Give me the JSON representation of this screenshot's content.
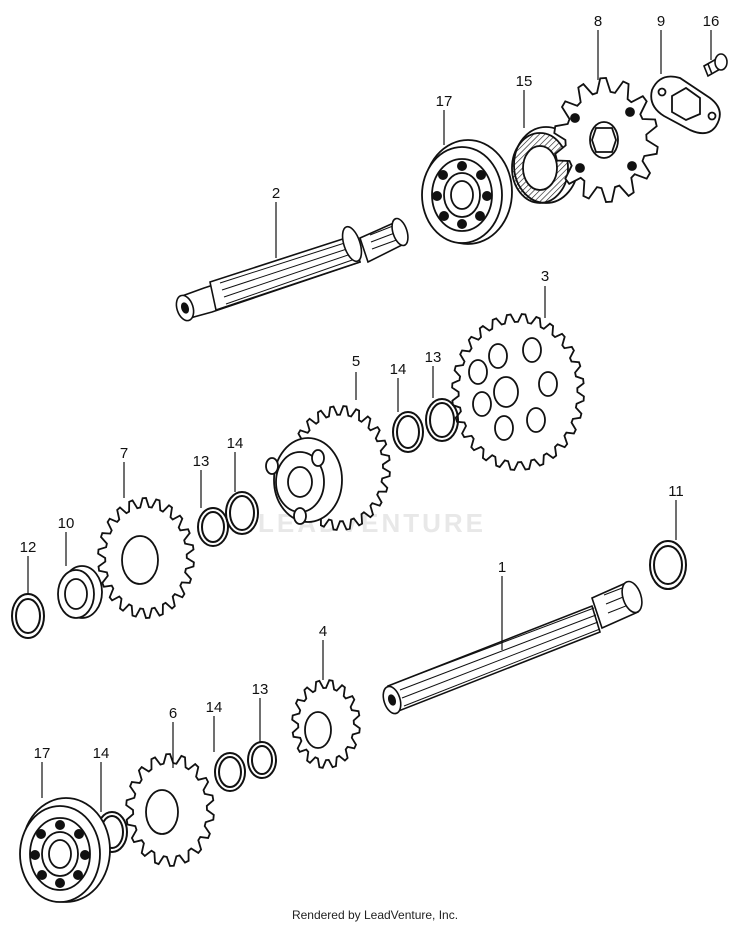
{
  "diagram": {
    "watermark": "LEADVENTURE",
    "footer": "Rendered by LeadVenture, Inc.",
    "callouts": {
      "c1": "1",
      "c2": "2",
      "c3": "3",
      "c4": "4",
      "c5": "5",
      "c6": "6",
      "c7": "7",
      "c8": "8",
      "c9": "9",
      "c10": "10",
      "c11": "11",
      "c12": "12",
      "c13a": "13",
      "c13b": "13",
      "c13c": "13",
      "c14a": "14",
      "c14b": "14",
      "c14c": "14",
      "c14d": "14",
      "c15": "15",
      "c16": "16",
      "c17a": "17",
      "c17b": "17"
    }
  }
}
